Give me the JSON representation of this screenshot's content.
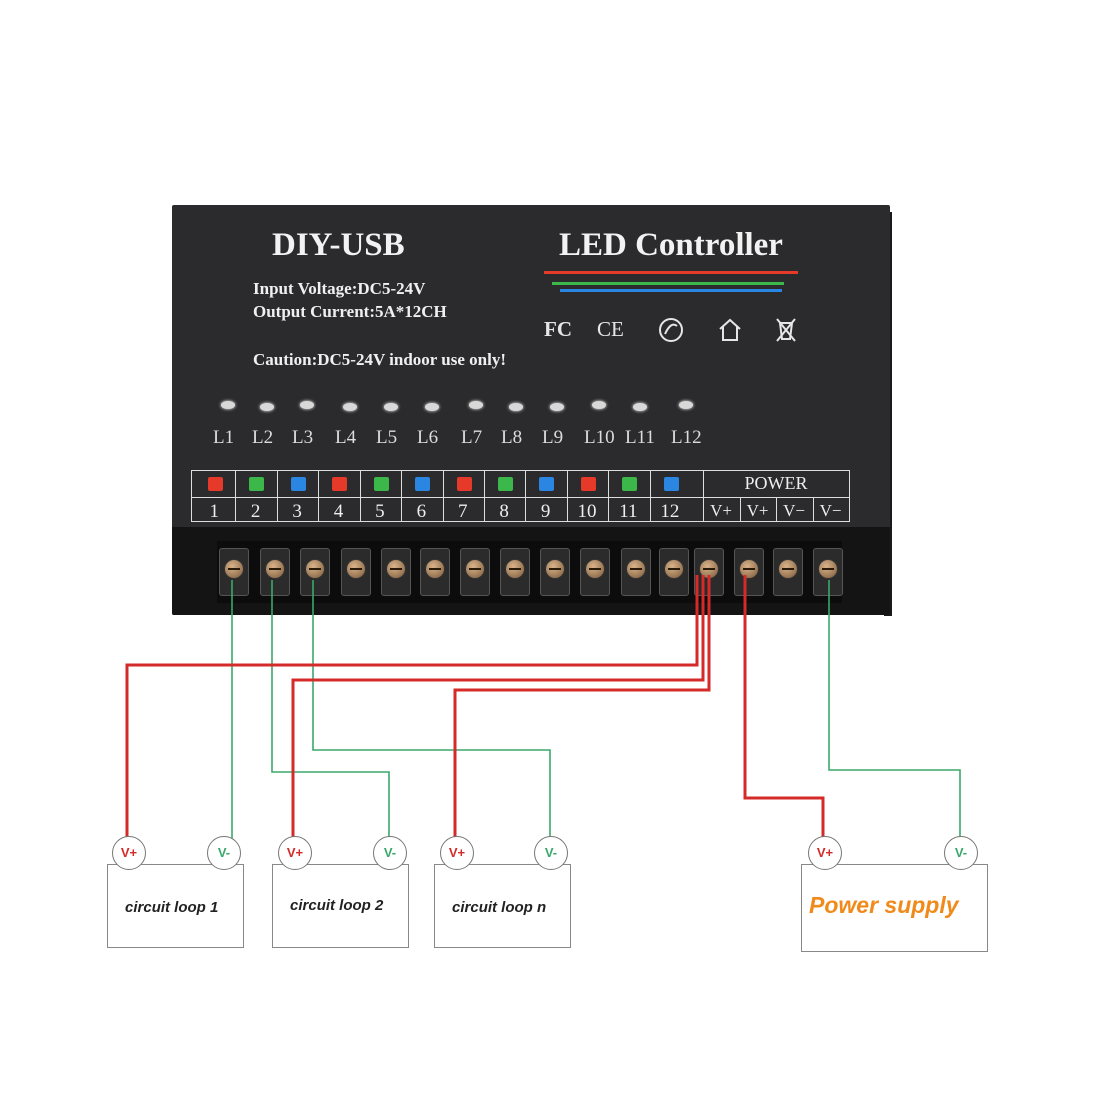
{
  "device": {
    "brand": "DIY-USB",
    "title": "LED Controller",
    "input_voltage": "Input Voltage:DC5-24V",
    "output_current": "Output Current:5A*12CH",
    "caution": "Caution:DC5-24V indoor use only!",
    "certifications": [
      "FC",
      "CE",
      "ROHS",
      "home-icon",
      "weee-bin-icon"
    ],
    "led_labels": [
      "L1",
      "L2",
      "L3",
      "L4",
      "L5",
      "L6",
      "L7",
      "L8",
      "L9",
      "L10",
      "L11",
      "L12"
    ],
    "channels": [
      {
        "num": "1",
        "color": "#e53a2a"
      },
      {
        "num": "2",
        "color": "#3cb84a"
      },
      {
        "num": "3",
        "color": "#2a86e0"
      },
      {
        "num": "4",
        "color": "#e53a2a"
      },
      {
        "num": "5",
        "color": "#3cb84a"
      },
      {
        "num": "6",
        "color": "#2a86e0"
      },
      {
        "num": "7",
        "color": "#e53a2a"
      },
      {
        "num": "8",
        "color": "#3cb84a"
      },
      {
        "num": "9",
        "color": "#2a86e0"
      },
      {
        "num": "10",
        "color": "#e53a2a"
      },
      {
        "num": "11",
        "color": "#3cb84a"
      },
      {
        "num": "12",
        "color": "#2a86e0"
      }
    ],
    "power_header": "POWER",
    "power_pins": [
      "V+",
      "V+",
      "V−",
      "V−"
    ]
  },
  "loads": [
    {
      "label": "circuit loop  1",
      "plus": "V+",
      "minus": "V-"
    },
    {
      "label": "circuit loop  2",
      "plus": "V+",
      "minus": "V-"
    },
    {
      "label": "circuit loop  n",
      "plus": "V+",
      "minus": "V-"
    }
  ],
  "power_supply": {
    "label": "Power  supply",
    "plus": "V+",
    "minus": "V-"
  },
  "colors": {
    "positive_wire": "#d42a2a",
    "negative_wire": "#3aa86a",
    "accent_label": "#f08a1a"
  }
}
